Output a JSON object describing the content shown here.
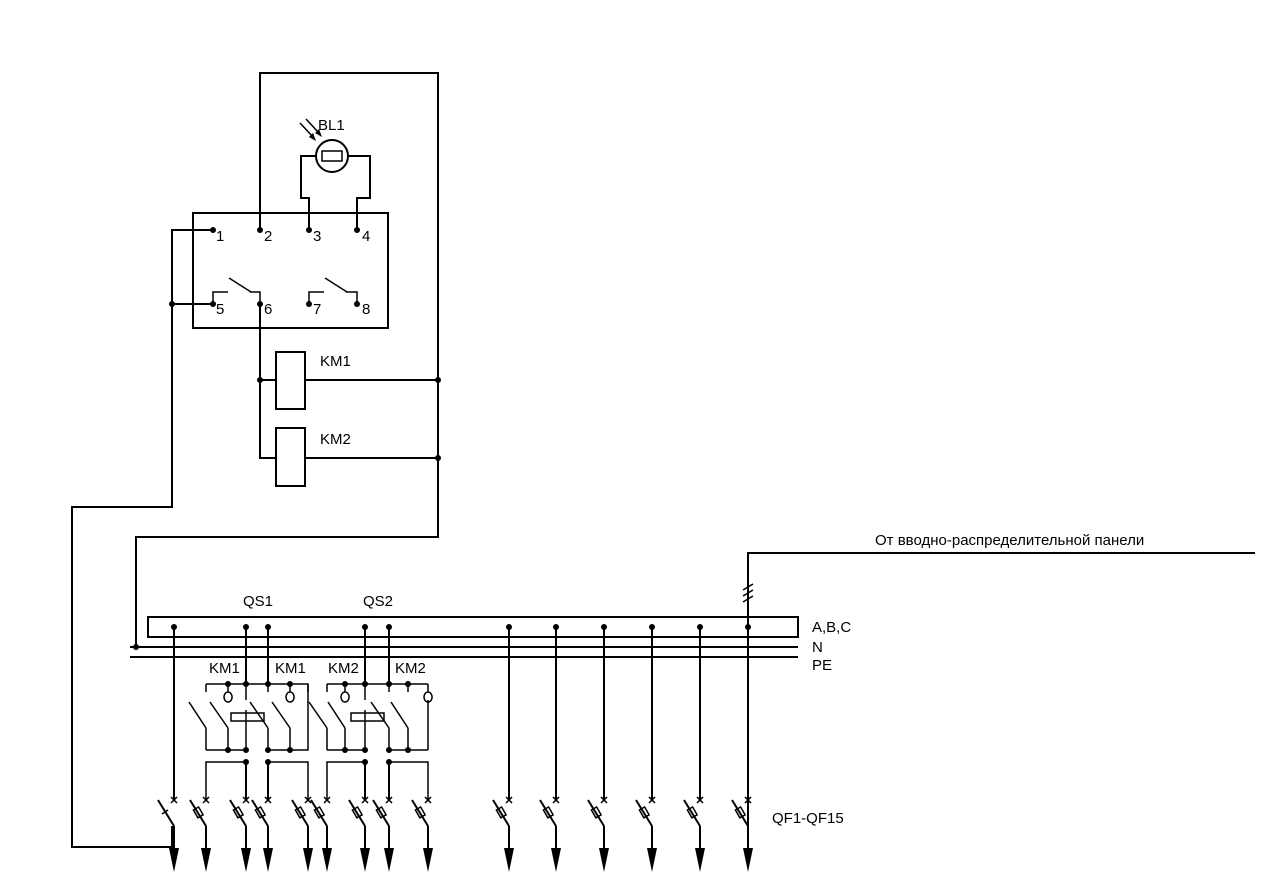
{
  "photo_relay": {
    "sensor_label": "BL1",
    "terminals": [
      "1",
      "2",
      "3",
      "4",
      "5",
      "6",
      "7",
      "8"
    ]
  },
  "coils": [
    "KM1",
    "KM2"
  ],
  "switches": {
    "qs1": "QS1",
    "qs2": "QS2"
  },
  "contact_labels": [
    "KM1",
    "KM1",
    "KM2",
    "KM2"
  ],
  "buses": {
    "phase": "A,B,C",
    "neutral": "N",
    "earth": "PE"
  },
  "feed_label": "От вводно-распределительной панели",
  "breakers_label": "QF1-QF15"
}
